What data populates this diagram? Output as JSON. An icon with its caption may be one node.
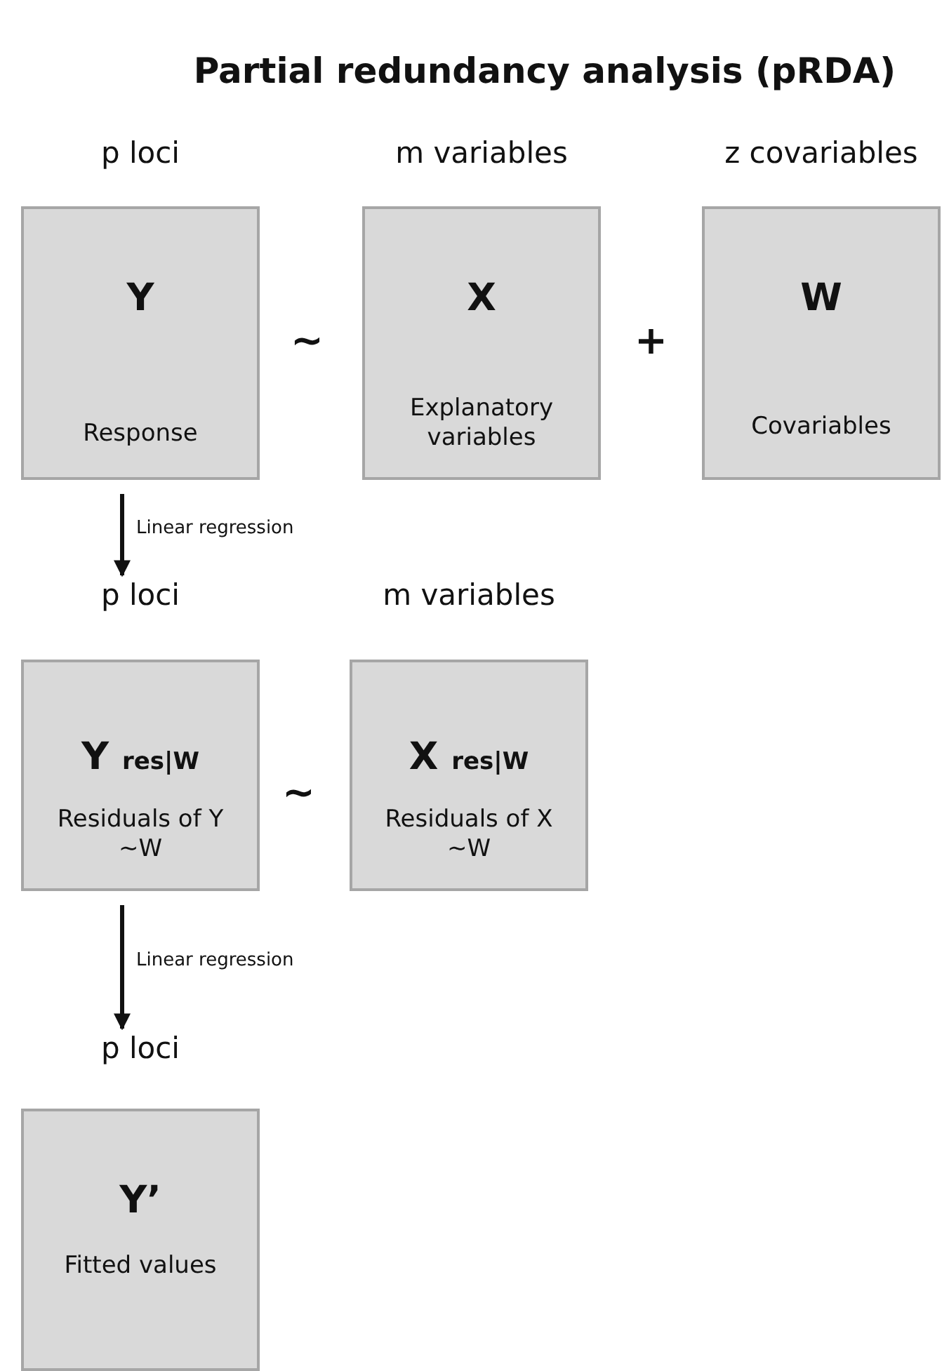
{
  "diagram": {
    "title": "Partial redundancy analysis (pRDA)",
    "nodes": [
      {
        "text": [
          "Y",
          "Response"
        ],
        "beside": [
          "p loci"
        ]
      },
      {
        "text": [
          "X",
          "Explanatory variables"
        ],
        "beside": [
          "m variables"
        ]
      },
      {
        "text": [
          "W",
          "Covariables"
        ],
        "beside": [
          "z covariables"
        ]
      },
      {
        "text": [
          "Y $_{res|W}$",
          "Residuals of Y ~W"
        ],
        "beside": [
          "p loci"
        ]
      },
      {
        "text": [
          "X $_{res|W}$",
          "Residuals of X ~W"
        ],
        "beside": [
          "m variables"
        ]
      },
      {
        "text": [
          "Y’",
          "Fitted values"
        ],
        "beside": [
          "p loci"
        ]
      }
    ],
    "edges": [
      {
        "from": 0,
        "to": 3,
        "arrow": "to",
        "label": "Linear regression"
      },
      {
        "from": 3,
        "to": 5,
        "arrow": "to",
        "label": "Linear regression"
      }
    ],
    "labels": [
      "~",
      "+",
      "~"
    ]
  }
}
